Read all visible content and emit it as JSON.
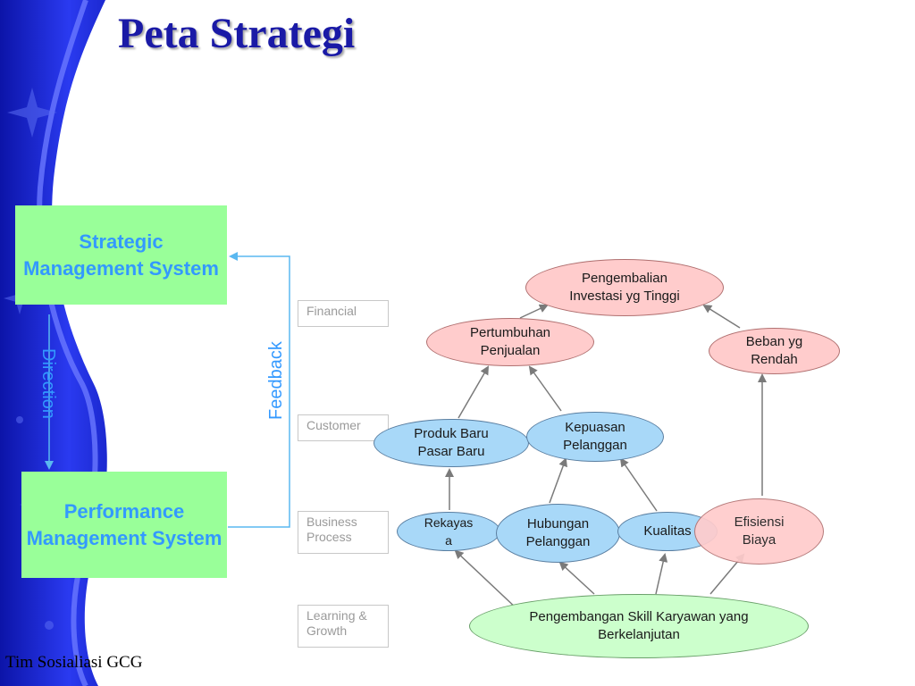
{
  "title": "Peta Strategi",
  "footer": "Tim Sosialiasi GCG",
  "systems": {
    "strategic": "Strategic Management System",
    "performance": "Performance Management System"
  },
  "labels": {
    "direction": "Direction",
    "feedback": "Feedback"
  },
  "perspectives": [
    "Financial",
    "Customer",
    "Business Process",
    "Learning & Growth"
  ],
  "nodes": {
    "roi": "Pengembalian Investasi yg Tinggi",
    "pertumbuhan": "Pertumbuhan Penjualan",
    "beban": "Beban yg Rendah",
    "produk": "Produk Baru Pasar Baru",
    "kepuasan": "Kepuasan Pelanggan",
    "rekayasa": "Rekayasa",
    "hubungan": "Hubungan Pelanggan",
    "kualitas": "Kualitas",
    "efisiensi": "Efisiensi Biaya",
    "pengembangan": "Pengembangan Skill Karyawan yang Berkelanjutan"
  },
  "colors": {
    "title": "#1a1aa6",
    "sidebar": "#1f2ad6",
    "system_box": "#99ff99",
    "system_text": "#3399ff",
    "financial_node": "#ffcccc",
    "customer_node": "#a8d8f8",
    "learning_node": "#ccffcc"
  }
}
